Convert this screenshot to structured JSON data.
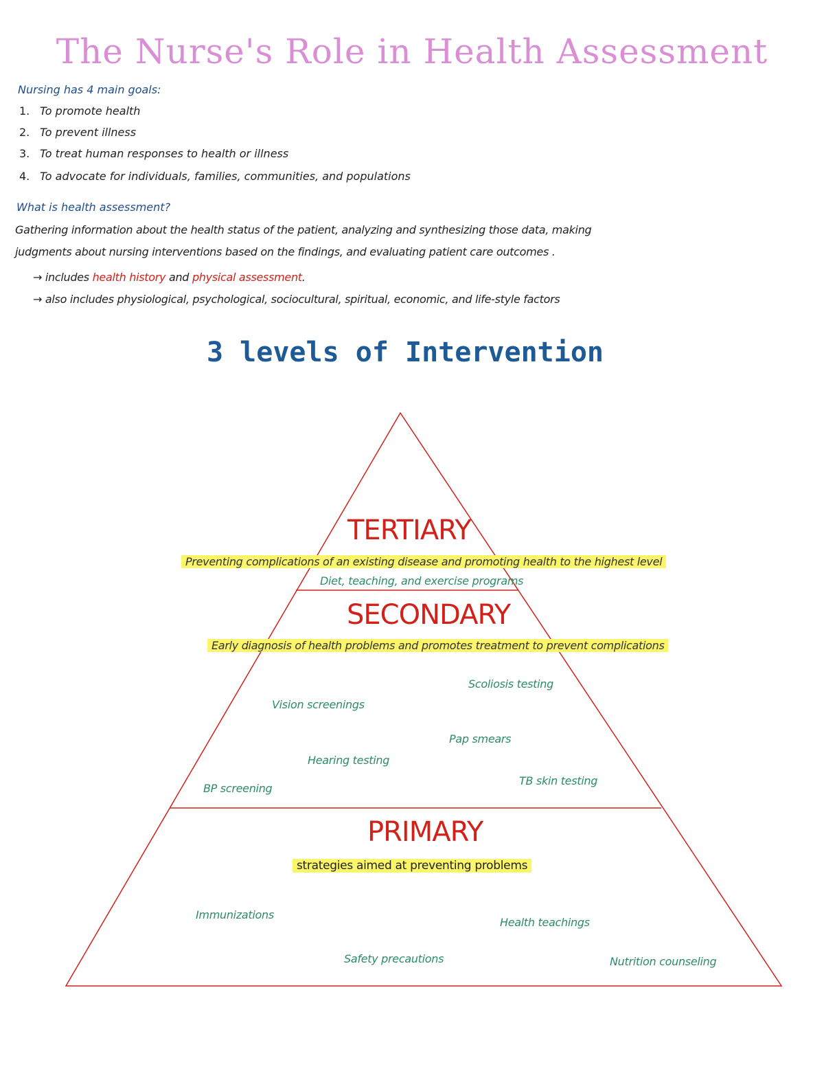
{
  "title": "The Nurse's Role in Health Assessment",
  "goals": {
    "heading": "Nursing has 4 main goals:",
    "items": [
      {
        "num": "1.",
        "text": "To promote health"
      },
      {
        "num": "2.",
        "text": "To prevent illness"
      },
      {
        "num": "3.",
        "text": "To treat human responses to health or illness"
      },
      {
        "num": "4.",
        "text": "To advocate for individuals, families, communities, and populations"
      }
    ]
  },
  "definition": {
    "heading": "What is health assessment?",
    "line1": "Gathering information about the health status of the patient, analyzing and synthesizing those data, making",
    "line2": "judgments about nursing interventions based on the findings, and evaluating patient care outcomes .",
    "bullet1": {
      "prefix": "→ includes ",
      "term1": "health history",
      "mid": " and ",
      "term2": "physical assessment",
      "suffix": "."
    },
    "bullet2": "→ also includes physiological, psychological, sociocultural, spiritual, economic, and life-style factors"
  },
  "pyramid": {
    "heading": "3 levels of Intervention",
    "line_color": "#d0221b",
    "highlight_color": "#fbf56a",
    "tertiary": {
      "label": "TERTIARY",
      "description": "Preventing complications of an existing disease and promoting health to the highest level",
      "example": "Diet, teaching, and exercise programs"
    },
    "secondary": {
      "label": "SECONDARY",
      "description": "Early diagnosis of health problems and promotes treatment to prevent complications",
      "examples": [
        "Scoliosis testing",
        "Vision screenings",
        "Pap smears",
        "Hearing testing",
        "TB skin testing",
        "BP screening"
      ]
    },
    "primary": {
      "label": "PRIMARY",
      "description": "strategies aimed at preventing problems",
      "examples": [
        "Immunizations",
        "Health teachings",
        "Safety precautions",
        "Nutrition counseling"
      ]
    }
  }
}
